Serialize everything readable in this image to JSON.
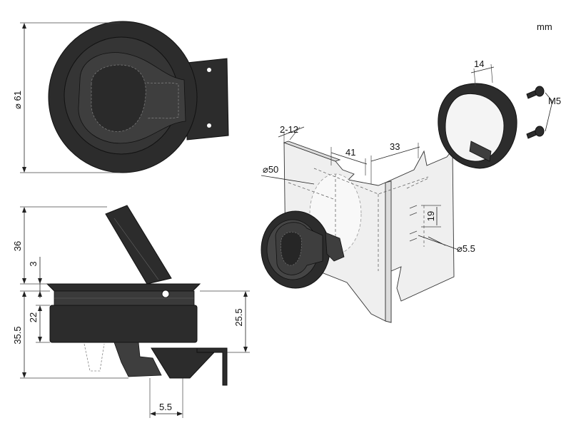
{
  "units": "mm",
  "labels": {
    "dia61": "⌀ 61",
    "h36": "36",
    "h3": "3",
    "h22": "22",
    "h35_5": "35.5",
    "h25_5": "25.5",
    "w5_5": "5.5",
    "t2_12": "2-12",
    "d41": "41",
    "d33": "33",
    "w14": "14",
    "dia50": "⌀50",
    "h19": "19",
    "hole5_5": "⌀5.5",
    "screw": "M5"
  },
  "colors": {
    "latch_body": "#2c2c2c",
    "panel": "#efefef",
    "line": "#222222"
  }
}
